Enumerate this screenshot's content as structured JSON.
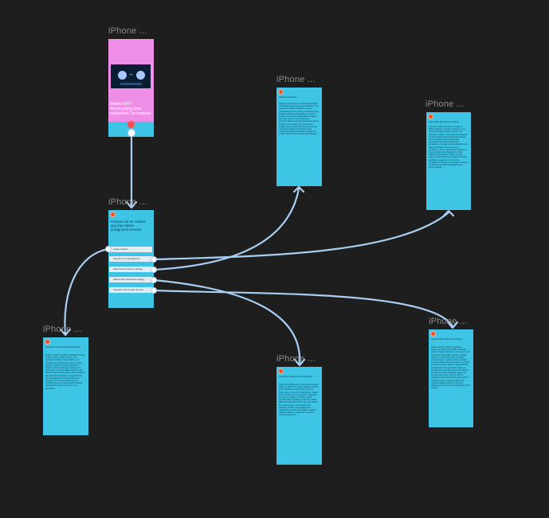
{
  "colors": {
    "canvas": "#1e1e1e",
    "card": "#3ec4e4",
    "cover": "#ee8ee6",
    "wire": "#a9cff2",
    "badge": "#e8542c"
  },
  "frames": {
    "main": {
      "title": "iPhone ...",
      "heading": "Mobile APP Showcasing data replication Techniques"
    },
    "features": {
      "title": "iPhone ...",
      "heading": "Features for an Android app that utilizes background services",
      "items": [
        "Usage Analytics",
        "Real-time Sync Management",
        "Data Privacy Protection Settings",
        "Efficient Data Replication Strategy",
        "Integration with Popular Services"
      ]
    },
    "dashboard": {
      "title": "iPhone ...",
      "heading": "Intuitive Dashboard",
      "body": "Design a clean and user-friendly dashboard with intuitive layout and easy navigation. Use consistent design principles to ensure compatibility across devices. Showcase data analytics and clear visualization for quick insights. Allow quick customization widgets and easy access to key settings for important data trends and proactively options to select user preferences. Ensure fast loading times and optimize performance by using lazy loading and real-time data. Implement advanced background tasks to ensure efficient and seamless performance."
    },
    "visual": {
      "title": "iPhone ...",
      "heading": "Visual Data Flow Representation",
      "body": "Implement easy and clear interfaces to deliver insights. Use flows that help users understand data visually, visualize the flowcharts, graphs, and interactive diagrams to show movement of data across devices. Allow seamless zooming into data connections for further control and visualization. Provide color-coded paths and status highlights to represent sync conditions, errors, and real-time updates in the visual flow. Consolidation to reflect changes dynamically, or filter real-time patterns and tracking functionality for better workflow management. Ensure the scalability to maintain a responsive interface for efficient and optimized performance across devices."
    },
    "feedback": {
      "title": "iPhone ...",
      "heading": "Interactive User Feedback Mechanism",
      "body": "Enable real-time feedback collection through in-app surveys, rating systems, and sentiment analysis. Use chatbots or AI assistants for guiding users and resolving queries. Implement voting systems for feature requests and issue tracking. Use visual cues to collect usage analytics, and surface potential pain points. Show progress and data-driven insights or suggestions to improve satisfaction and to guide users through the flow. Encourage users to contribute their input and reward feedback participation through incentives and recognition."
    },
    "privacy": {
      "title": "iPhone ...",
      "heading": "Real-Time Updates and Notifications",
      "body": "Implement WebSockets, Server-Sent Events (SSE), or MQTT for instant updates. Provide push notifications about sync, and sync status, alerts, and error notifications. Create smart sender rules to customize notification preferences based on urgency, and to increase their importance, and more. Allow different notification actions for quick actions like retrying sync, syncing data, and resolving conflicts. Use badges and notification icons for quick status. Support real-time alerts for instant and seamless syncing experience."
    },
    "custom": {
      "title": "iPhone ...",
      "heading": "Customizable Replication Settings",
      "body": "Allow users to configure replication frequency, filters, and conflict resolution policies. Support real-time, on-demand, and multi-device replicated selection. Enable real-time conflict alerts and resolution, ensuring smart, seamless data collection. Provide tooltips and help sections to explain replication options clearly. Support flexible configurations and permission layers to simplify setup. Enable real-time monitoring and alerts to track replication status and performance issues. Offer an API for integrating with external tools and custom replication rules, including support for multiple database platforms. Ensure settings are protected and accessible on all devices."
    }
  }
}
